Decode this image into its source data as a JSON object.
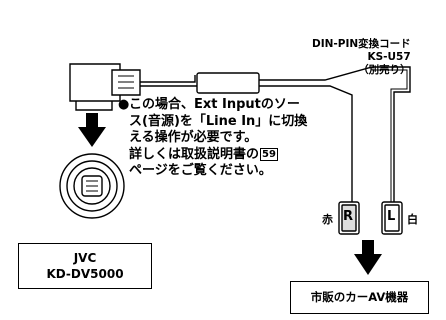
{
  "cable": {
    "name": "DIN-PIN変換コード",
    "model": "KS-U57",
    "note": "（別売り）"
  },
  "instruction": {
    "bullet": "●",
    "lines": [
      "この場合、Ext Inputのソー",
      "ス(音源)を「Line In」に切換",
      "える操作が必要です。",
      "詳しくは取扱説明書の",
      "ページをご覧ください。"
    ],
    "page_ref": "59"
  },
  "plugs": {
    "right_letter": "R",
    "left_letter": "L",
    "right_color": "赤",
    "left_color": "白"
  },
  "devices": {
    "head_unit_brand": "JVC",
    "head_unit_model": "KD-DV5000",
    "external_device": "市販のカーAV機器"
  }
}
